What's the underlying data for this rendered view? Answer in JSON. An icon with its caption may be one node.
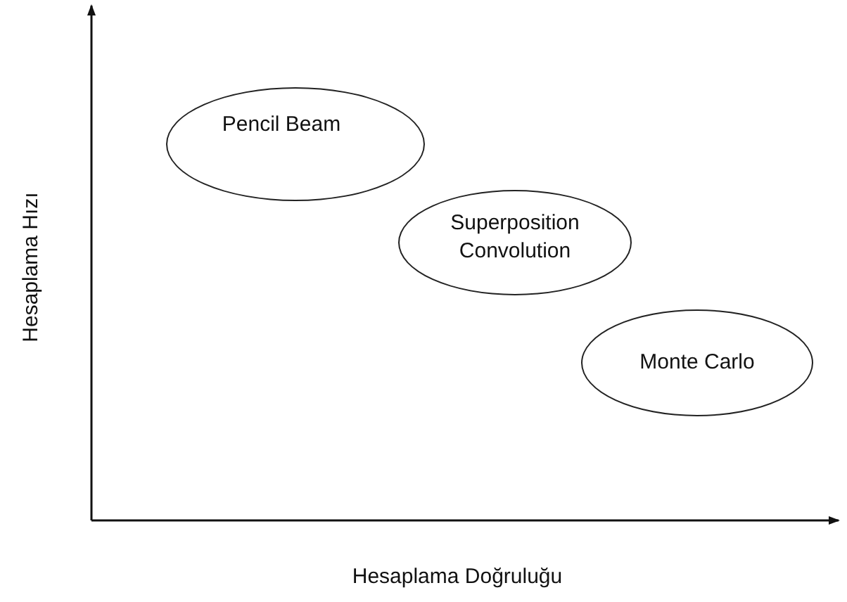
{
  "diagram": {
    "nodes": [
      {
        "text": [
          "Pencil Beam"
        ]
      },
      {
        "text": [
          "Superposition Convolution"
        ]
      },
      {
        "text": [
          "Monte Carlo"
        ]
      }
    ],
    "labels": [
      "Hesaplama Hızı",
      "Hesaplama Doğruluğu"
    ]
  }
}
